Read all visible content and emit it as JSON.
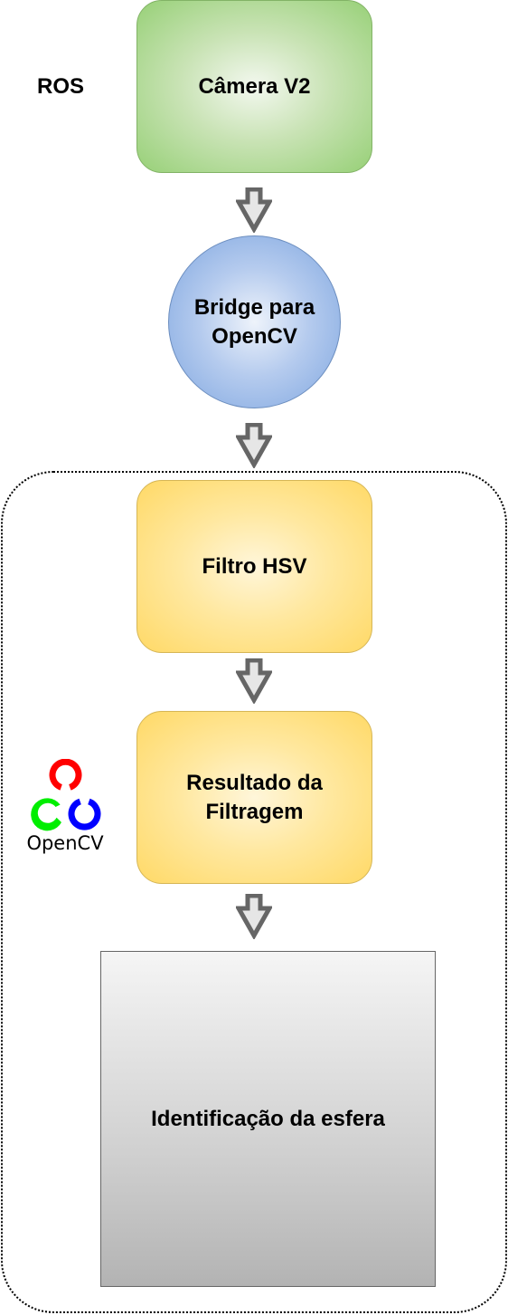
{
  "labels": {
    "ros": "ROS"
  },
  "nodes": {
    "camera": "Câmera V2",
    "bridge_line1": "Bridge para",
    "bridge_line2": "OpenCV",
    "hsv_filter": "Filtro HSV",
    "result_line1": "Resultado da",
    "result_line2": "Filtragem",
    "identification": "Identificação da esfera"
  },
  "logo": {
    "text": "OpenCV",
    "colors": {
      "red": "#ff0000",
      "green": "#00ee00",
      "blue": "#0000ff"
    }
  },
  "colors": {
    "camera_fill": "#97d077",
    "camera_stroke": "#82b366",
    "bridge_fill": "#7ea6e0",
    "bridge_stroke": "#6c8ebf",
    "process_fill": "#ffd966",
    "process_stroke": "#d6b656",
    "result_fill": "#b3b3b3",
    "result_stroke": "#666666",
    "arrow_fill": "#e6e6e6",
    "arrow_stroke": "#666666"
  },
  "edges": [
    {
      "from": "camera",
      "to": "bridge"
    },
    {
      "from": "bridge",
      "to": "hsv_filter"
    },
    {
      "from": "hsv_filter",
      "to": "result"
    },
    {
      "from": "result",
      "to": "identification"
    }
  ]
}
